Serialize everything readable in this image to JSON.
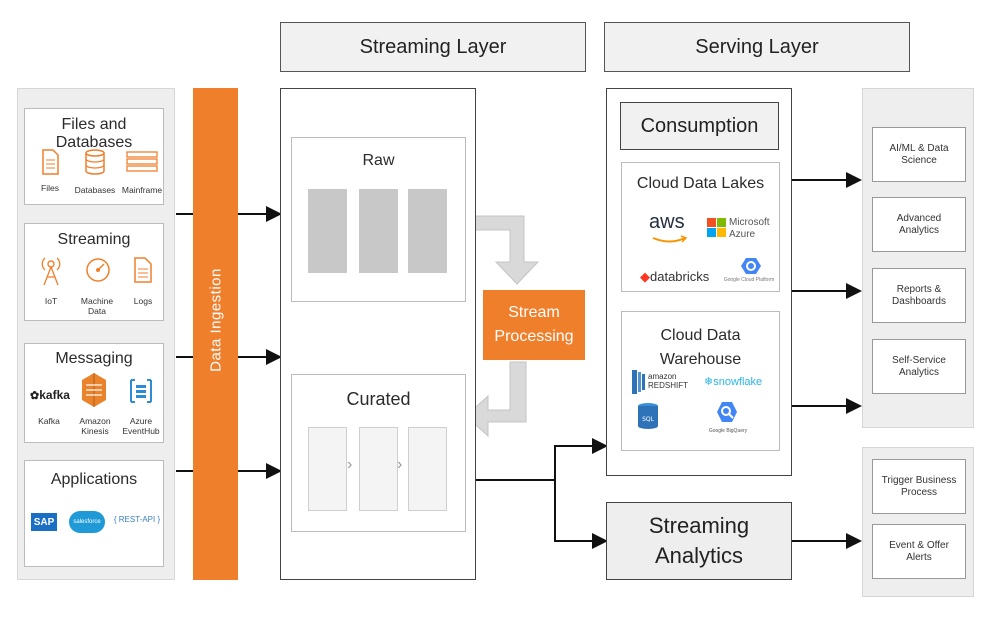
{
  "headers": {
    "streaming_layer": "Streaming Layer",
    "serving_layer": "Serving Layer"
  },
  "sources": {
    "files_db": {
      "title": "Files and Databases",
      "items": [
        "Files",
        "Databases",
        "Mainframe"
      ]
    },
    "streaming": {
      "title": "Streaming",
      "items": [
        "IoT",
        "Machine Data",
        "Logs"
      ]
    },
    "messaging": {
      "title": "Messaging",
      "items": [
        "Kafka",
        "Amazon Kinesis",
        "Azure EventHub"
      ],
      "kafka_logo": "kafka"
    },
    "applications": {
      "title": "Applications",
      "logos": [
        "SAP",
        "salesforce",
        "{ REST-API }"
      ]
    }
  },
  "ingestion": {
    "label": "Data Ingestion"
  },
  "streaming_layer": {
    "raw": "Raw",
    "curated": "Curated",
    "stream_processing": "Stream Processing"
  },
  "serving": {
    "consumption": "Consumption",
    "cloud_data_lakes": {
      "title": "Cloud Data Lakes",
      "logos": [
        "aws",
        "Microsoft Azure",
        "databricks",
        "Google Cloud Platform"
      ]
    },
    "cloud_dwh": {
      "title_line1": "Cloud Data",
      "title_line2": "Warehouse",
      "logos": [
        "amazon REDSHIFT",
        "snowflake",
        "Google BigQuery"
      ]
    },
    "streaming_analytics": {
      "line1": "Streaming",
      "line2": "Analytics"
    }
  },
  "outputs": {
    "group1": [
      "AI/ML & Data Science",
      "Advanced Analytics",
      "Reports & Dashboards",
      "Self-Service Analytics"
    ],
    "group2": [
      "Trigger Business Process",
      "Event & Offer Alerts"
    ]
  },
  "colors": {
    "accent": "#f07f2c",
    "panel": "#eeeeee"
  }
}
